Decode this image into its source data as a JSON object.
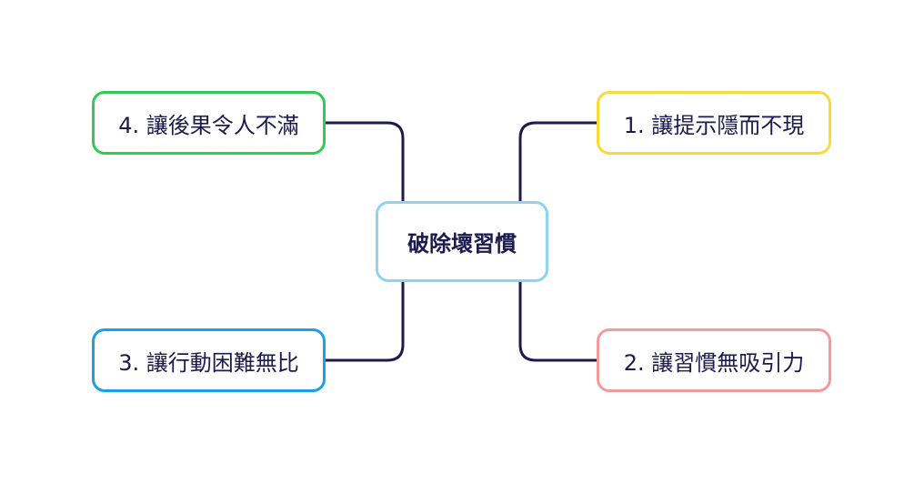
{
  "diagram": {
    "root": {
      "label": "破除壞習慣",
      "border_color": "#8dd3f2"
    },
    "branches": [
      {
        "id": "tr",
        "label": "1. 讓提示隱而不現",
        "border_color": "#fad93a"
      },
      {
        "id": "br",
        "label": "2. 讓習慣無吸引力",
        "border_color": "#f49a9a"
      },
      {
        "id": "bl",
        "label": "3. 讓行動困難無比",
        "border_color": "#16a1e8"
      },
      {
        "id": "tl",
        "label": "4. 讓後果令人不滿",
        "border_color": "#2ecc52"
      }
    ],
    "connector_color": "#1b1b4f",
    "text_color": "#1b1b4f"
  }
}
